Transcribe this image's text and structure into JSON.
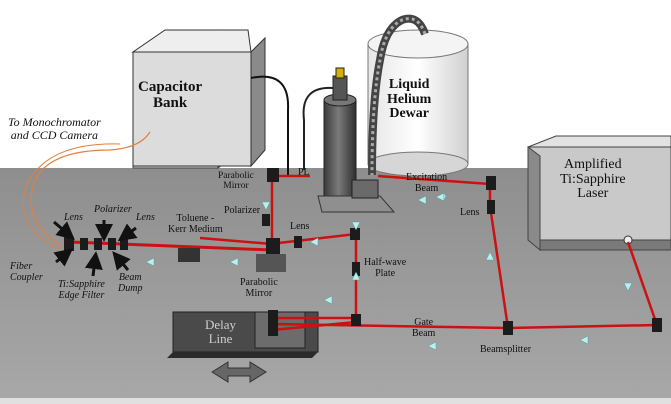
{
  "labels": {
    "capacitor_bank": "Capacitor\nBank",
    "liquid_helium_dewar": "Liquid\nHelium\nDewar",
    "to_monochromator": "To Monochromator\nand CCD Camera",
    "amplified_laser": "Amplified\nTi:Sapphire\nLaser",
    "parabolic_mirror_top": "Parabolic\nMirror",
    "pl": "PL",
    "excitation_beam": "Excitation\nBeam",
    "polarizer_mid": "Polarizer",
    "lens_right": "Lens",
    "lens_left": "Lens",
    "polarizer_left": "Polarizer",
    "lens_left2": "Lens",
    "toluene": "Toluene -\nKerr Medium",
    "lens_mid": "Lens",
    "half_wave_plate": "Half-wave\nPlate",
    "fiber_coupler": "Fiber\nCoupler",
    "edge_filter": "Ti:Sapphire\nEdge Filter",
    "beam_dump": "Beam\nDump",
    "parabolic_mirror_bottom": "Parabolic\nMirror",
    "delay_line": "Delay\nLine",
    "gate_beam": "Gate\nBeam",
    "beamsplitter": "Beamsplitter"
  },
  "colors": {
    "beam": "#cc1111",
    "table": "#9a9a9a",
    "arrow": "#b8f0f0",
    "fiber": "#e08040"
  }
}
